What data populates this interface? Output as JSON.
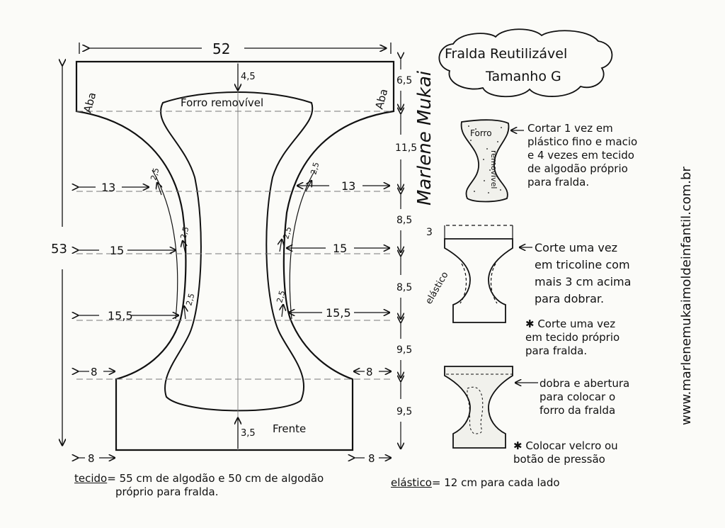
{
  "title": {
    "line1": "Fralda Reutilizável",
    "line2": "Tamanho G"
  },
  "signature": "Marlene Mukai",
  "website": "www.marlenemukaimoldeinfantil.com.br",
  "pattern": {
    "width_label": "52",
    "height_label": "53",
    "aba_left": "Aba",
    "aba_right": "Aba",
    "forro_label": "Forro removível",
    "frente_label": "Frente",
    "top_offset": "4,5",
    "bottom_offset": "3,5",
    "right_measures": [
      "6,5",
      "11,5",
      "8,5",
      "8,5",
      "9,5",
      "9,5"
    ],
    "rows": [
      {
        "left": "13",
        "right": "13",
        "seam": "2,5"
      },
      {
        "left": "15",
        "right": "15",
        "seam": "2,5"
      },
      {
        "left": "15,5",
        "right": "15,5",
        "seam": "2,5"
      },
      {
        "left": "8",
        "right": "8"
      }
    ],
    "bottom_left": "8",
    "bottom_right": "8"
  },
  "pieces": {
    "forro": {
      "label_top": "Forro",
      "label_side": "removível",
      "note": [
        "Cortar 1 vez em",
        "plástico fino e macio",
        "e 4 vezes em tecido",
        "de algodão próprio",
        "para fralda."
      ]
    },
    "tricoline": {
      "measure": "3",
      "elastic_label": "elástico",
      "note": [
        "Corte uma vez",
        "em tricoline com",
        "mais 3 cm acima",
        "para dobrar."
      ],
      "note2": [
        "✱ Corte uma vez",
        "em tecido próprio",
        "para fralda."
      ]
    },
    "final": {
      "note": [
        "dobra e abertura",
        "para colocar o",
        "forro da fralda"
      ],
      "note2": [
        "✱ Colocar velcro ou",
        "botão de pressão"
      ]
    }
  },
  "footer": {
    "tecido_label": "tecido",
    "tecido_text": [
      "= 55 cm de algodão e 50 cm de algodão",
      "próprio para fralda."
    ],
    "elastico_label": "elástico",
    "elastico_text": "= 12 cm para cada lado"
  }
}
